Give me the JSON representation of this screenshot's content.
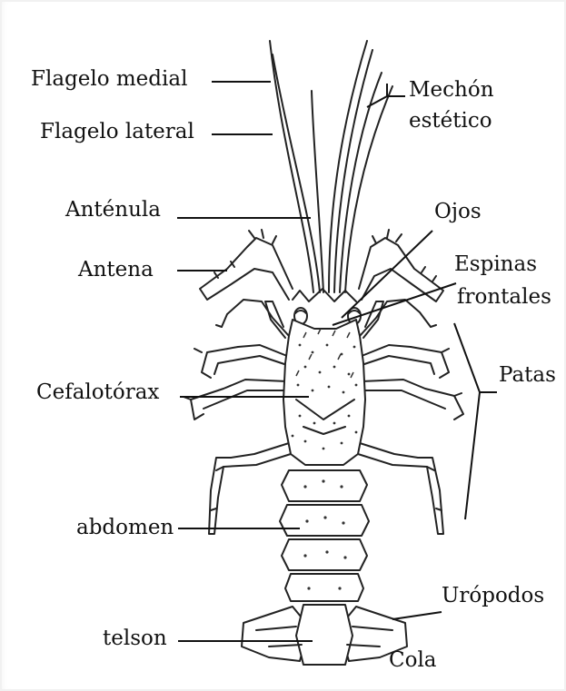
{
  "labels": {
    "flagelo_medial": "Flagelo medial",
    "flagelo_lateral": "Flagelo lateral",
    "mechon": "Mechón",
    "estetico": "estético",
    "antenula": "Anténula",
    "ojos": "Ojos",
    "antena": "Antena",
    "espinas": "Espinas",
    "frontales": "frontales",
    "cefalotorax": "Cefalotórax",
    "patas": "Patas",
    "abdomen": "abdomen",
    "uropodos": "Urópodos",
    "telson": "telson",
    "cola": "Cola"
  },
  "colors": {
    "ink": "#222222",
    "fill": "#ffffff"
  }
}
